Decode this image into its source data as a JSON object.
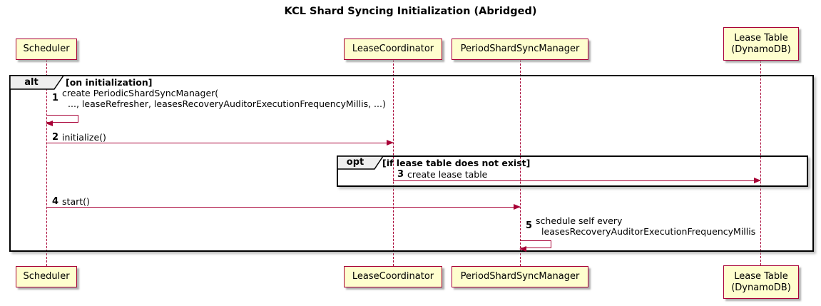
{
  "title": "KCL Shard Syncing Initialization (Abridged)",
  "participants": [
    {
      "name": "Scheduler"
    },
    {
      "name": "LeaseCoordinator"
    },
    {
      "name": "PeriodShardSyncManager"
    },
    {
      "line1": "Lease Table",
      "line2": "(DynamoDB)"
    }
  ],
  "frames": {
    "alt": {
      "keyword": "alt",
      "guard": "[on initialization]"
    },
    "opt": {
      "keyword": "opt",
      "guard": "[if lease table does not exist]"
    }
  },
  "messages": [
    {
      "num": "1",
      "line1": "create PeriodicShardSyncManager(",
      "line2": "..., leaseRefresher, leasesRecoveryAuditorExecutionFrequencyMillis, ...)"
    },
    {
      "num": "2",
      "text": "initialize()"
    },
    {
      "num": "3",
      "text": "create lease table"
    },
    {
      "num": "4",
      "text": "start()"
    },
    {
      "num": "5",
      "line1": "schedule self every",
      "line2": "leasesRecoveryAuditorExecutionFrequencyMillis"
    }
  ],
  "colors": {
    "participant_fill": "#FEFECE",
    "participant_border": "#A80036",
    "arrow": "#A80036",
    "lifeline": "#A80036",
    "frame_border": "#000000",
    "frame_tab_fill": "#EEEEEE"
  }
}
